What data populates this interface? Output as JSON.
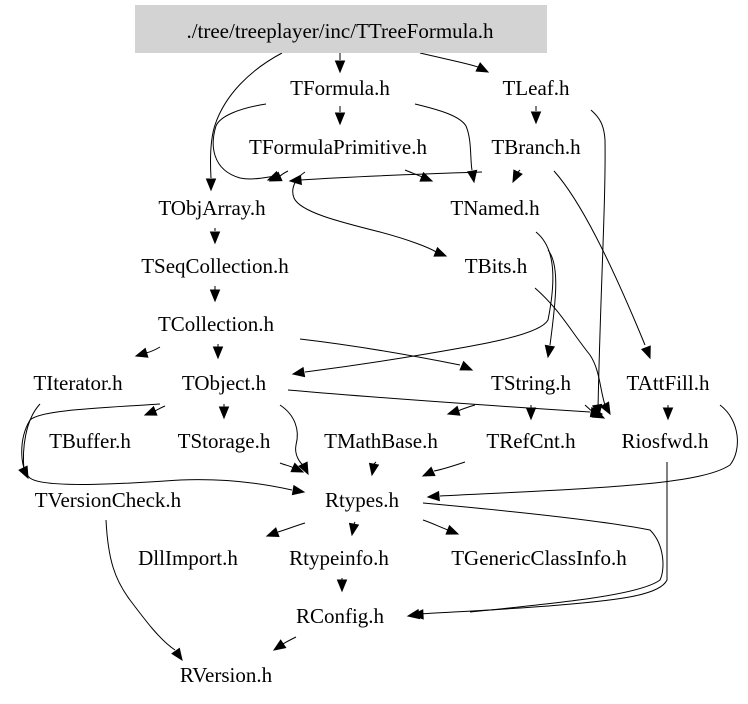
{
  "graph": {
    "title": "Include dependency graph",
    "root": "./tree/treeplayer/inc/TTreeFormula.h",
    "colors": {
      "root_fill": "#d3d3d3",
      "edge": "#000000",
      "text": "#000000",
      "background": "#ffffff"
    },
    "nodes": [
      {
        "id": "root",
        "label": "./tree/treeplayer/inc/TTreeFormula.h",
        "highlighted": true
      },
      {
        "id": "TFormula",
        "label": "TFormula.h"
      },
      {
        "id": "TLeaf",
        "label": "TLeaf.h"
      },
      {
        "id": "TFormulaPrimitive",
        "label": "TFormulaPrimitive.h"
      },
      {
        "id": "TBranch",
        "label": "TBranch.h"
      },
      {
        "id": "TObjArray",
        "label": "TObjArray.h"
      },
      {
        "id": "TNamed",
        "label": "TNamed.h"
      },
      {
        "id": "TSeqCollection",
        "label": "TSeqCollection.h"
      },
      {
        "id": "TBits",
        "label": "TBits.h"
      },
      {
        "id": "TCollection",
        "label": "TCollection.h"
      },
      {
        "id": "TIterator",
        "label": "TIterator.h"
      },
      {
        "id": "TObject",
        "label": "TObject.h"
      },
      {
        "id": "TString",
        "label": "TString.h"
      },
      {
        "id": "TAttFill",
        "label": "TAttFill.h"
      },
      {
        "id": "TBuffer",
        "label": "TBuffer.h"
      },
      {
        "id": "TStorage",
        "label": "TStorage.h"
      },
      {
        "id": "TMathBase",
        "label": "TMathBase.h"
      },
      {
        "id": "TRefCnt",
        "label": "TRefCnt.h"
      },
      {
        "id": "Riosfwd",
        "label": "Riosfwd.h"
      },
      {
        "id": "TVersionCheck",
        "label": "TVersionCheck.h"
      },
      {
        "id": "Rtypes",
        "label": "Rtypes.h"
      },
      {
        "id": "DllImport",
        "label": "DllImport.h"
      },
      {
        "id": "Rtypeinfo",
        "label": "Rtypeinfo.h"
      },
      {
        "id": "TGenericClassInfo",
        "label": "TGenericClassInfo.h"
      },
      {
        "id": "RConfig",
        "label": "RConfig.h"
      },
      {
        "id": "RVersion",
        "label": "RVersion.h"
      }
    ],
    "edges": [
      {
        "from": "root",
        "to": "TFormula"
      },
      {
        "from": "root",
        "to": "TLeaf"
      },
      {
        "from": "root",
        "to": "TObjArray"
      },
      {
        "from": "TFormula",
        "to": "TFormulaPrimitive"
      },
      {
        "from": "TFormula",
        "to": "TObjArray"
      },
      {
        "from": "TFormula",
        "to": "TNamed"
      },
      {
        "from": "TFormula",
        "to": "TBits"
      },
      {
        "from": "TFormulaPrimitive",
        "to": "TNamed"
      },
      {
        "from": "TFormulaPrimitive",
        "to": "TObjArray"
      },
      {
        "from": "TLeaf",
        "to": "TBranch"
      },
      {
        "from": "TLeaf",
        "to": "Riosfwd"
      },
      {
        "from": "TBranch",
        "to": "TNamed"
      },
      {
        "from": "TBranch",
        "to": "TObjArray"
      },
      {
        "from": "TBranch",
        "to": "TAttFill"
      },
      {
        "from": "TObjArray",
        "to": "TSeqCollection"
      },
      {
        "from": "TSeqCollection",
        "to": "TCollection"
      },
      {
        "from": "TNamed",
        "to": "TObject"
      },
      {
        "from": "TNamed",
        "to": "TString"
      },
      {
        "from": "TBits",
        "to": "Riosfwd"
      },
      {
        "from": "TCollection",
        "to": "TIterator"
      },
      {
        "from": "TCollection",
        "to": "TObject"
      },
      {
        "from": "TCollection",
        "to": "TString"
      },
      {
        "from": "TIterator",
        "to": "TVersionCheck"
      },
      {
        "from": "TObject",
        "to": "TBuffer"
      },
      {
        "from": "TObject",
        "to": "TStorage"
      },
      {
        "from": "TObject",
        "to": "Rtypes"
      },
      {
        "from": "TObject",
        "to": "Riosfwd"
      },
      {
        "from": "TObject",
        "to": "TVersionCheck"
      },
      {
        "from": "TString",
        "to": "TMathBase"
      },
      {
        "from": "TString",
        "to": "TRefCnt"
      },
      {
        "from": "TString",
        "to": "Riosfwd"
      },
      {
        "from": "TAttFill",
        "to": "Riosfwd"
      },
      {
        "from": "TAttFill",
        "to": "Rtypes"
      },
      {
        "from": "TStorage",
        "to": "Rtypes"
      },
      {
        "from": "TMathBase",
        "to": "Rtypes"
      },
      {
        "from": "TRefCnt",
        "to": "Rtypes"
      },
      {
        "from": "TVersionCheck",
        "to": "Rtypes"
      },
      {
        "from": "TVersionCheck",
        "to": "RVersion"
      },
      {
        "from": "Riosfwd",
        "to": "RConfig"
      },
      {
        "from": "Rtypes",
        "to": "DllImport"
      },
      {
        "from": "Rtypes",
        "to": "Rtypeinfo"
      },
      {
        "from": "Rtypes",
        "to": "TGenericClassInfo"
      },
      {
        "from": "Rtypes",
        "to": "RConfig"
      },
      {
        "from": "Rtypeinfo",
        "to": "RConfig"
      },
      {
        "from": "RConfig",
        "to": "RVersion"
      }
    ]
  }
}
